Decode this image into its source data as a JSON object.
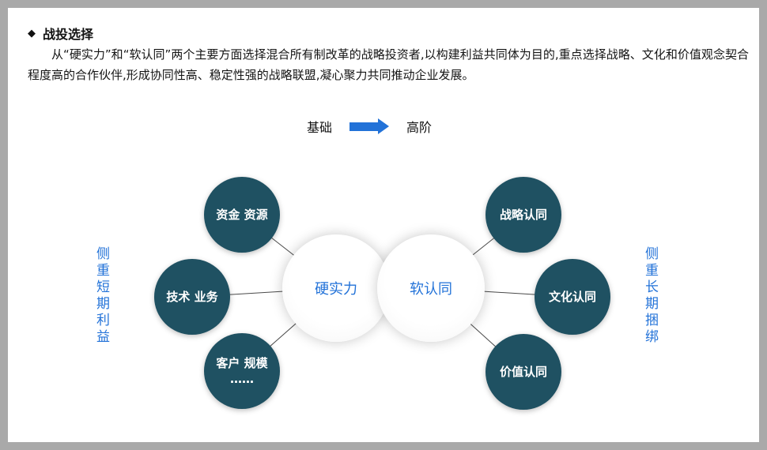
{
  "header": {
    "bullet": "◆",
    "title": "战投选择",
    "description": "从“硬实力”和“软认同”两个主要方面选择混合所有制改革的战略投资者,以构建利益共同体为目的,重点选择战略、文化和价值观念契合程度高的合作伙伴,形成协同性高、稳定性强的战略联盟,凝心聚力共同推动企业发展。"
  },
  "legend": {
    "left_label": "基础",
    "right_label": "高阶"
  },
  "diagram": {
    "hub_left": {
      "label": "硬实力"
    },
    "hub_right": {
      "label": "软认同"
    },
    "left_nodes": [
      {
        "label": "资金 资源"
      },
      {
        "label": "技术 业务"
      },
      {
        "label": "客户 规模",
        "sub": "……"
      }
    ],
    "right_nodes": [
      {
        "label": "战略认同"
      },
      {
        "label": "文化认同"
      },
      {
        "label": "价值认同"
      }
    ],
    "side_left": "侧重短期利益",
    "side_right": "侧重长期捆绑"
  },
  "colors": {
    "node_fill": "#1f5162",
    "accent_blue": "#2272d8",
    "frame_gray": "#a9a9a9"
  }
}
